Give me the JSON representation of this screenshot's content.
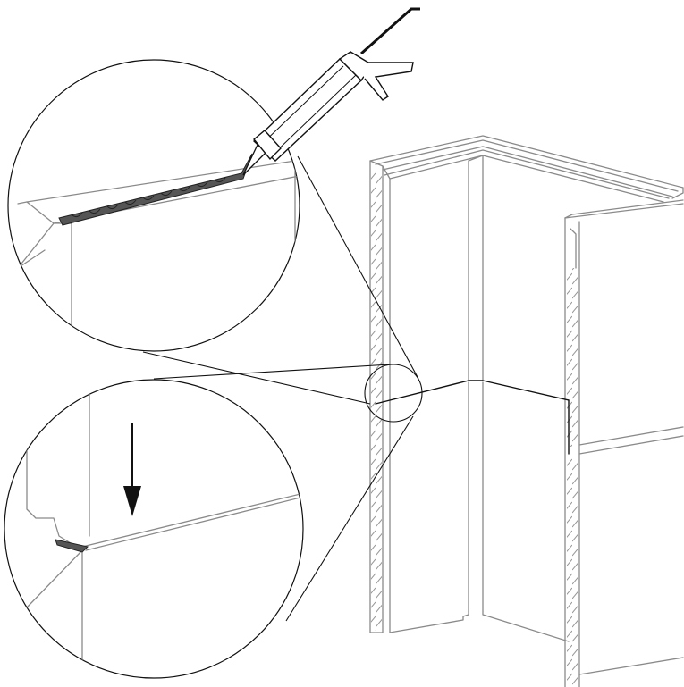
{
  "figure": {
    "kind": "assembly-instruction-illustration",
    "callouts": [
      "sealant-application-detail",
      "panel-lowering-detail"
    ],
    "colors": {
      "line": "#111111",
      "panel_outline": "#8a8a8a",
      "sealant_bead": "#555555",
      "background": "#ffffff"
    },
    "icons": [
      "caulking-gun-icon",
      "down-arrow-icon"
    ]
  }
}
